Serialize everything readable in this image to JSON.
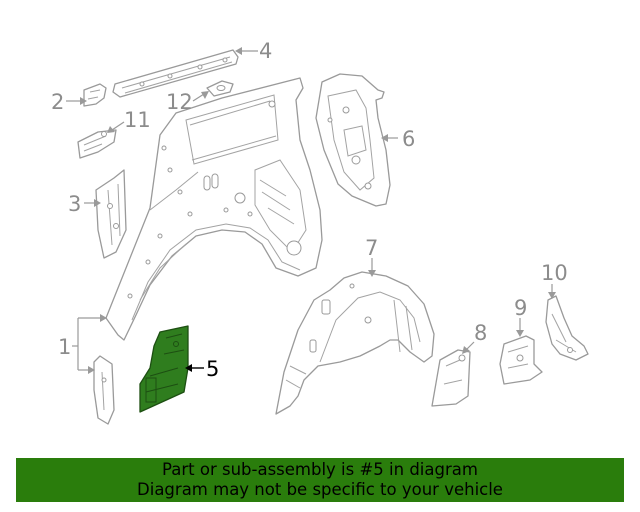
{
  "callouts": {
    "c1": "1",
    "c2": "2",
    "c3": "3",
    "c4": "4",
    "c5": "5",
    "c6": "6",
    "c7": "7",
    "c8": "8",
    "c9": "9",
    "c10": "10",
    "c11": "11",
    "c12": "12"
  },
  "highlight_color": "#2f7d1e",
  "banner": {
    "line1": "Part or sub-assembly is #5 in diagram",
    "line2": "Diagram may not be specific to your vehicle",
    "background": "#2a7d0c"
  }
}
